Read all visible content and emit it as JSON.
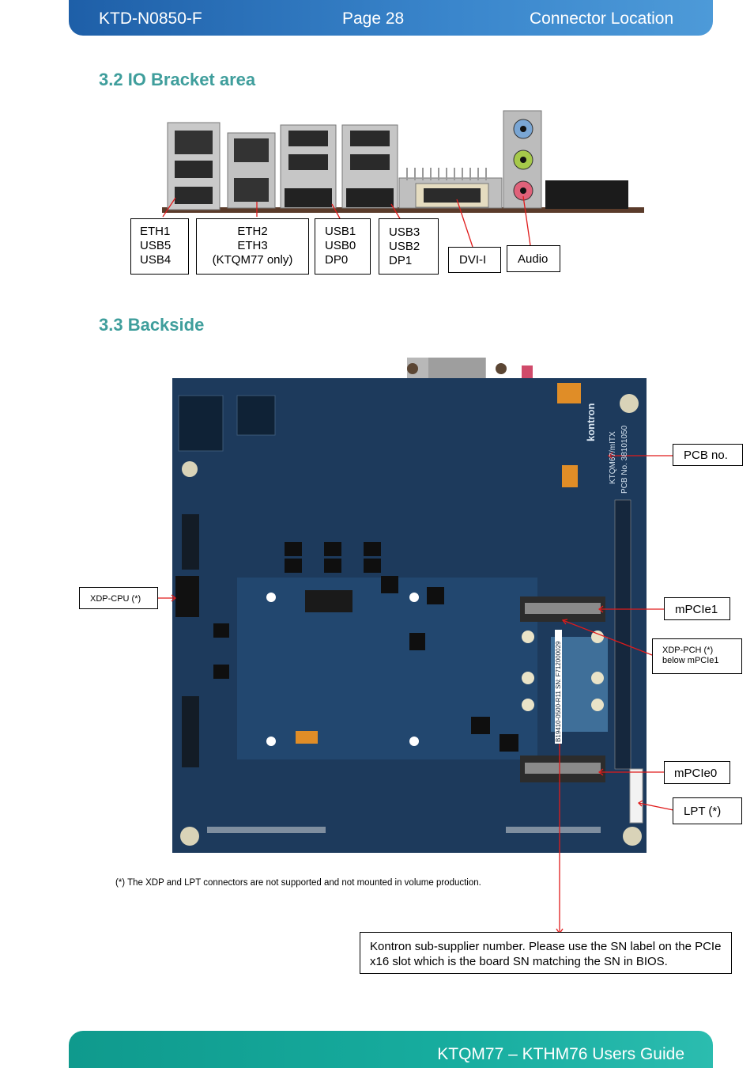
{
  "header": {
    "left": "KTD-N0850-F",
    "center": "Page 28",
    "right": "Connector Location"
  },
  "sections": {
    "io": {
      "title": "3.2  IO Bracket area"
    },
    "backside": {
      "title": "3.3  Backside"
    }
  },
  "io_labels": {
    "eth1": "ETH1\nUSB5\nUSB4",
    "eth2": "ETH2\nETH3\n(KTQM77 only)",
    "usb1": "USB1\nUSB0\nDP0",
    "usb3": "USB3\nUSB2\nDP1",
    "dvi": "DVI-I",
    "audio": "Audio"
  },
  "back_labels": {
    "pcb": "PCB no.",
    "xdp_cpu": "XDP-CPU (*)",
    "mpcie1": "mPCIe1",
    "xdp_pch": "XDP-PCH (*)\nbelow mPCIe1",
    "mpcie0": "mPCIe0",
    "lpt": "LPT (*)"
  },
  "board_text": {
    "brand": "kontron",
    "model": "KTQM67/mITX",
    "pcb_no": "PCB No. 38101050",
    "serial": "B19410-0500-R11  SN: F712000029"
  },
  "note": "(*) The XDP and LPT connectors are not supported and not mounted in volume production.",
  "sn_note": "Kontron sub-supplier number. Please use the SN label on the PCIe x16 slot which is the board SN matching the SN in BIOS.",
  "footer": {
    "text": "KTQM77 – KTHM76 Users Guide"
  },
  "colors": {
    "header": "#2a6fb8",
    "footer": "#17ad9f",
    "section_title": "#3f9e9c",
    "pointer": "#e01b1b",
    "pcb": "#1d3a5c"
  }
}
